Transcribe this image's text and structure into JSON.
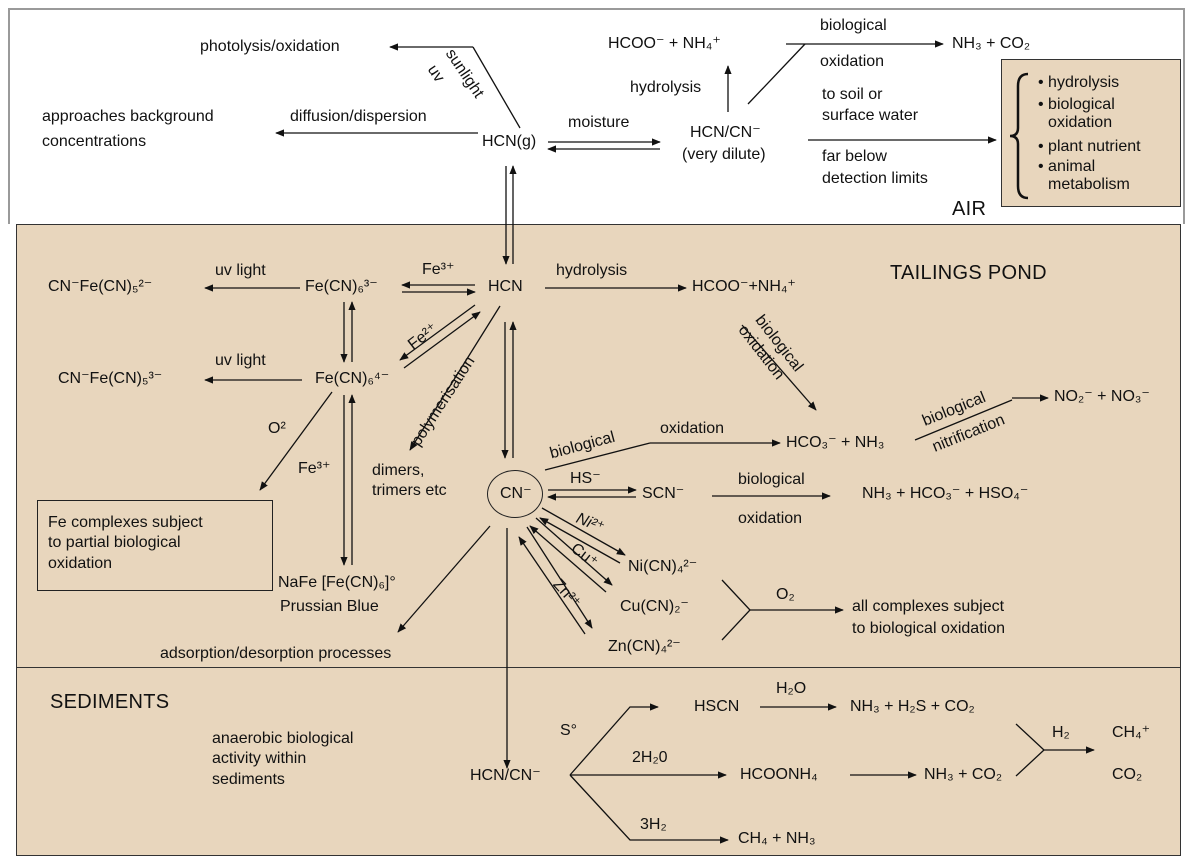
{
  "regions": {
    "air": "AIR",
    "pond": "TAILINGS POND",
    "sediments": "SEDIMENTS"
  },
  "air": {
    "photolysis": "photolysis/oxidation",
    "sunlight": "sunlight",
    "uv": "uv",
    "background_1": "approaches background",
    "background_2": "concentrations",
    "diffusion": "diffusion/dispersion",
    "hcn_g": "HCN(g)",
    "moisture": "moisture",
    "hcn_cn": "HCN/CN⁻",
    "very_dilute": "(very dilute)",
    "hcoo_nh4": "HCOO⁻ + NH₄⁺",
    "hydrolysis": "hydrolysis",
    "bio_1": "biological",
    "bio_2": "oxidation",
    "nh3_co2": "NH₃ + CO₂",
    "soil_1": "to soil or",
    "soil_2": "surface water",
    "detect_1": "far below",
    "detect_2": "detection limits",
    "fates": [
      "hydrolysis",
      "biological oxidation",
      "plant nutrient",
      "animal metabolism"
    ]
  },
  "pond": {
    "cn_fe5_2": "CN⁻Fe(CN)₅²⁻",
    "cn_fe5_3": "CN⁻Fe(CN)₅³⁻",
    "uv_light_1": "uv light",
    "uv_light_2": "uv light",
    "fe_cn6_3": "Fe(CN)₆³⁻",
    "fe_cn6_4": "Fe(CN)₆⁴⁻",
    "fe3_top": "Fe³⁺",
    "fe2": "Fe²⁺",
    "hcn": "HCN",
    "hydrolysis": "hydrolysis",
    "hcoo_nh4": "HCOO⁻+NH₄⁺",
    "bio_ox_1": "biological",
    "bio_ox_2": "oxidation",
    "o2_left": "O²",
    "fe3_left": "Fe³⁺",
    "polymerisation": "polymerisation",
    "dimers_1": "dimers,",
    "dimers_2": "trimers etc",
    "bio_a": "biological",
    "bio_b": "oxidation",
    "hco3_nh3": "HCO₃⁻ + NH₃",
    "nitr_1": "biological",
    "nitr_2": "nitrification",
    "no2_no3": "NO₂⁻ + NO₃⁻",
    "cn": "CN⁻",
    "hs": "HS⁻",
    "scn": "SCN⁻",
    "scn_bio_1": "biological",
    "scn_bio_2": "oxidation",
    "nh3_hco3_hso4": "NH₃ + HCO₃⁻ + HSO₄⁻",
    "ni2": "Ni²⁺",
    "cu": "Cu⁺",
    "zn2": "Zn²⁺",
    "ni_cn4": "Ni(CN)₄²⁻",
    "cu_cn2": "Cu(CN)₂⁻",
    "zn_cn4": "Zn(CN)₄²⁻",
    "o2": "O₂",
    "all_1": "all complexes subject",
    "all_2": "to biological oxidation",
    "fe_box_1": "Fe complexes subject",
    "fe_box_2": "to partial biological",
    "fe_box_3": "oxidation",
    "prussian_1": "NaFe [Fe(CN)₆]°",
    "prussian_2": "Prussian Blue",
    "adsorption": "adsorption/desorption processes"
  },
  "sediments": {
    "anaer_1": "anaerobic biological",
    "anaer_2": "activity within",
    "anaer_3": "sediments",
    "hcn_cn": "HCN/CN⁻",
    "s0": "S°",
    "hscn": "HSCN",
    "h2o": "H₂O",
    "nh3_h2s_co2": "NH₃ + H₂S + CO₂",
    "h2": "H₂",
    "ch4_plus": "CH₄⁺",
    "co2": "CO₂",
    "two_h2o": "2H₂0",
    "hcoonh4": "HCOONH₄",
    "nh3_co2": "NH₃ + CO₂",
    "three_h2": "3H₂",
    "ch4_nh3": "CH₄ + NH₃"
  }
}
